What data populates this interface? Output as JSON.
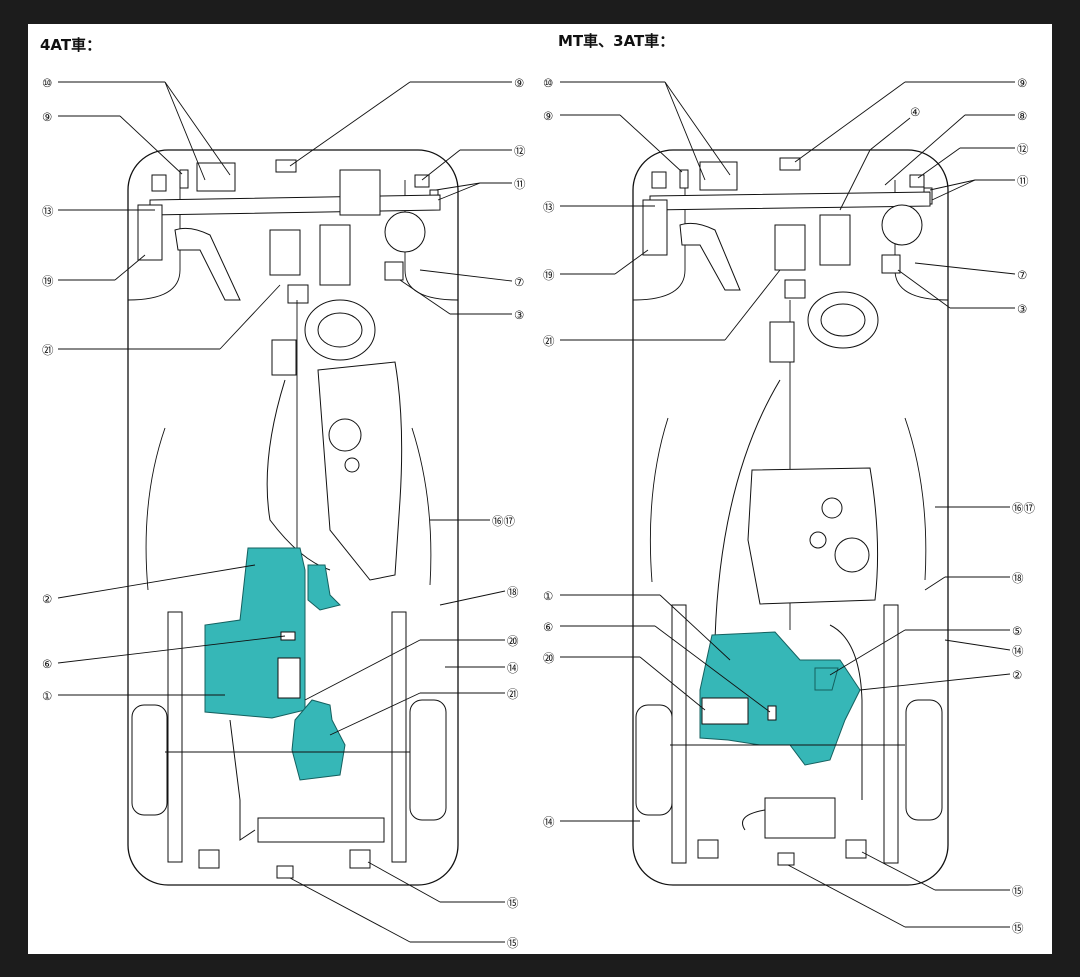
{
  "panels": [
    {
      "id": "at4",
      "title": "4AT車：",
      "callouts": [
        {
          "id": "c1",
          "text": "⑩"
        },
        {
          "id": "c2",
          "text": "⑨"
        },
        {
          "id": "c3",
          "text": "⑨"
        },
        {
          "id": "c4",
          "text": "⑫"
        },
        {
          "id": "c5",
          "text": "⑬"
        },
        {
          "id": "c6",
          "text": "⑪"
        },
        {
          "id": "c7",
          "text": "⑲"
        },
        {
          "id": "c8",
          "text": "⑦"
        },
        {
          "id": "c9",
          "text": "③"
        },
        {
          "id": "c10",
          "text": "㉑"
        },
        {
          "id": "c11",
          "text": "⑯⑰"
        },
        {
          "id": "c12",
          "text": "②"
        },
        {
          "id": "c13",
          "text": "⑱"
        },
        {
          "id": "c14",
          "text": "⑳"
        },
        {
          "id": "c15",
          "text": "⑥"
        },
        {
          "id": "c16",
          "text": "⑭"
        },
        {
          "id": "c17",
          "text": "①"
        },
        {
          "id": "c18",
          "text": "㉑"
        },
        {
          "id": "c19",
          "text": "⑮"
        },
        {
          "id": "c20",
          "text": "⑮"
        }
      ]
    },
    {
      "id": "mt3at",
      "title": "MT車、3AT車：",
      "callouts": [
        {
          "id": "d1",
          "text": "⑩"
        },
        {
          "id": "d2",
          "text": "⑨"
        },
        {
          "id": "d3",
          "text": "④"
        },
        {
          "id": "d4",
          "text": "⑨"
        },
        {
          "id": "d5",
          "text": "⑧"
        },
        {
          "id": "d6",
          "text": "⑫"
        },
        {
          "id": "d7",
          "text": "⑬"
        },
        {
          "id": "d8",
          "text": "⑪"
        },
        {
          "id": "d9",
          "text": "⑲"
        },
        {
          "id": "d10",
          "text": "⑦"
        },
        {
          "id": "d11",
          "text": "③"
        },
        {
          "id": "d12",
          "text": "㉑"
        },
        {
          "id": "d13",
          "text": "⑯⑰"
        },
        {
          "id": "d14",
          "text": "⑱"
        },
        {
          "id": "d15",
          "text": "①"
        },
        {
          "id": "d16",
          "text": "⑤"
        },
        {
          "id": "d17",
          "text": "⑥"
        },
        {
          "id": "d18",
          "text": "⑭"
        },
        {
          "id": "d19",
          "text": "⑳"
        },
        {
          "id": "d20",
          "text": "②"
        },
        {
          "id": "d21",
          "text": "⑭"
        },
        {
          "id": "d22",
          "text": "⑮"
        },
        {
          "id": "d23",
          "text": "⑮"
        }
      ]
    }
  ],
  "colors": {
    "highlight": "#36b7b7",
    "line": "#111111",
    "background": "#1c1c1c",
    "paper": "#ffffff"
  }
}
